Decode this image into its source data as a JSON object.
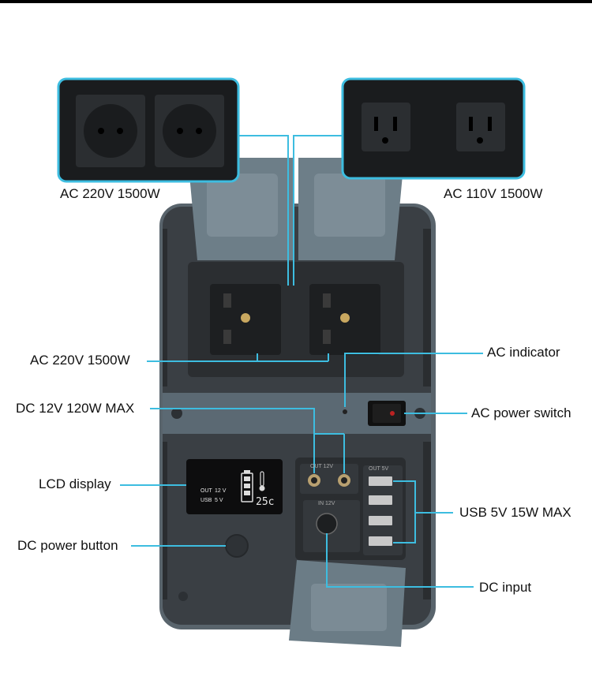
{
  "labels": {
    "ac220_top": "AC 220V 1500W",
    "ac110_top": "AC 110V 1500W",
    "ac220_mid": "AC 220V 1500W",
    "ac_indicator": "AC indicator",
    "dc12": "DC 12V 120W MAX",
    "ac_switch": "AC power switch",
    "lcd": "LCD display",
    "usb": "USB 5V 15W MAX",
    "dc_button": "DC power button",
    "dc_input": "DC input"
  },
  "panel": {
    "out12v": "OUT 12V",
    "out5v": "OUT 5V",
    "in12v": "IN 12V"
  },
  "lcd": {
    "out": "OUT",
    "out_value": "12 V",
    "usb": "USB",
    "usb_value": "5 V",
    "temp": "25c"
  },
  "colors": {
    "callout": "#3dbde0",
    "body": "#3a3e42",
    "gray_cover": "#6c7c86"
  }
}
